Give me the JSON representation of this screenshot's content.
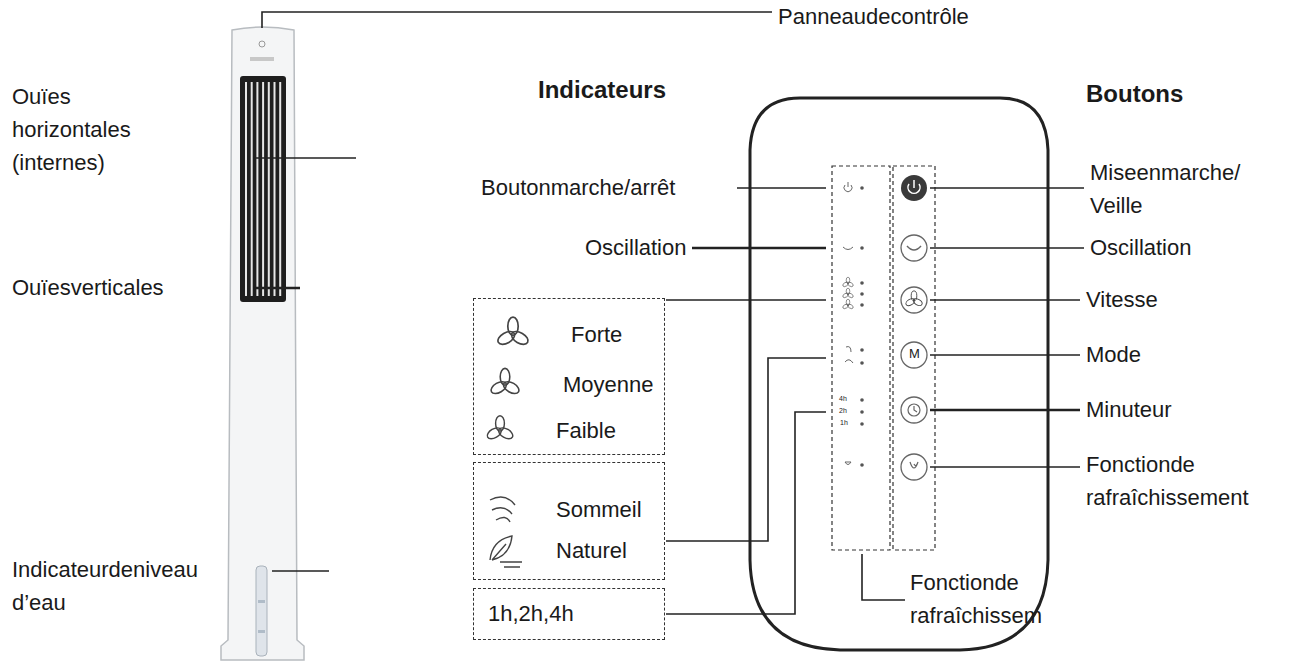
{
  "diagram": {
    "nodes": [
      {
        "text": [
          "Forte",
          "Moyenne",
          "Faible"
        ]
      },
      {
        "text": [
          "Sommeil",
          "Naturel"
        ]
      },
      {
        "text": [
          "1h,2h,4h"
        ]
      }
    ],
    "labels": [
      "Panneaudecontrôle",
      "Indicateurs",
      "Boutons",
      "Ouïes horizontales (internes)",
      "Boutonmarche/arrêt",
      "Miseenmarche/ Veille",
      "Oscillation",
      "Oscillation",
      "Ouïesverticales",
      "Vitesse",
      "M",
      "Mode",
      "4h",
      "2h",
      "1h",
      "Minuteur",
      "Fonctionde rafraîchissement",
      "Indicateurdeniveau d’eau",
      "Fonctionde rafraîchissem"
    ]
  }
}
